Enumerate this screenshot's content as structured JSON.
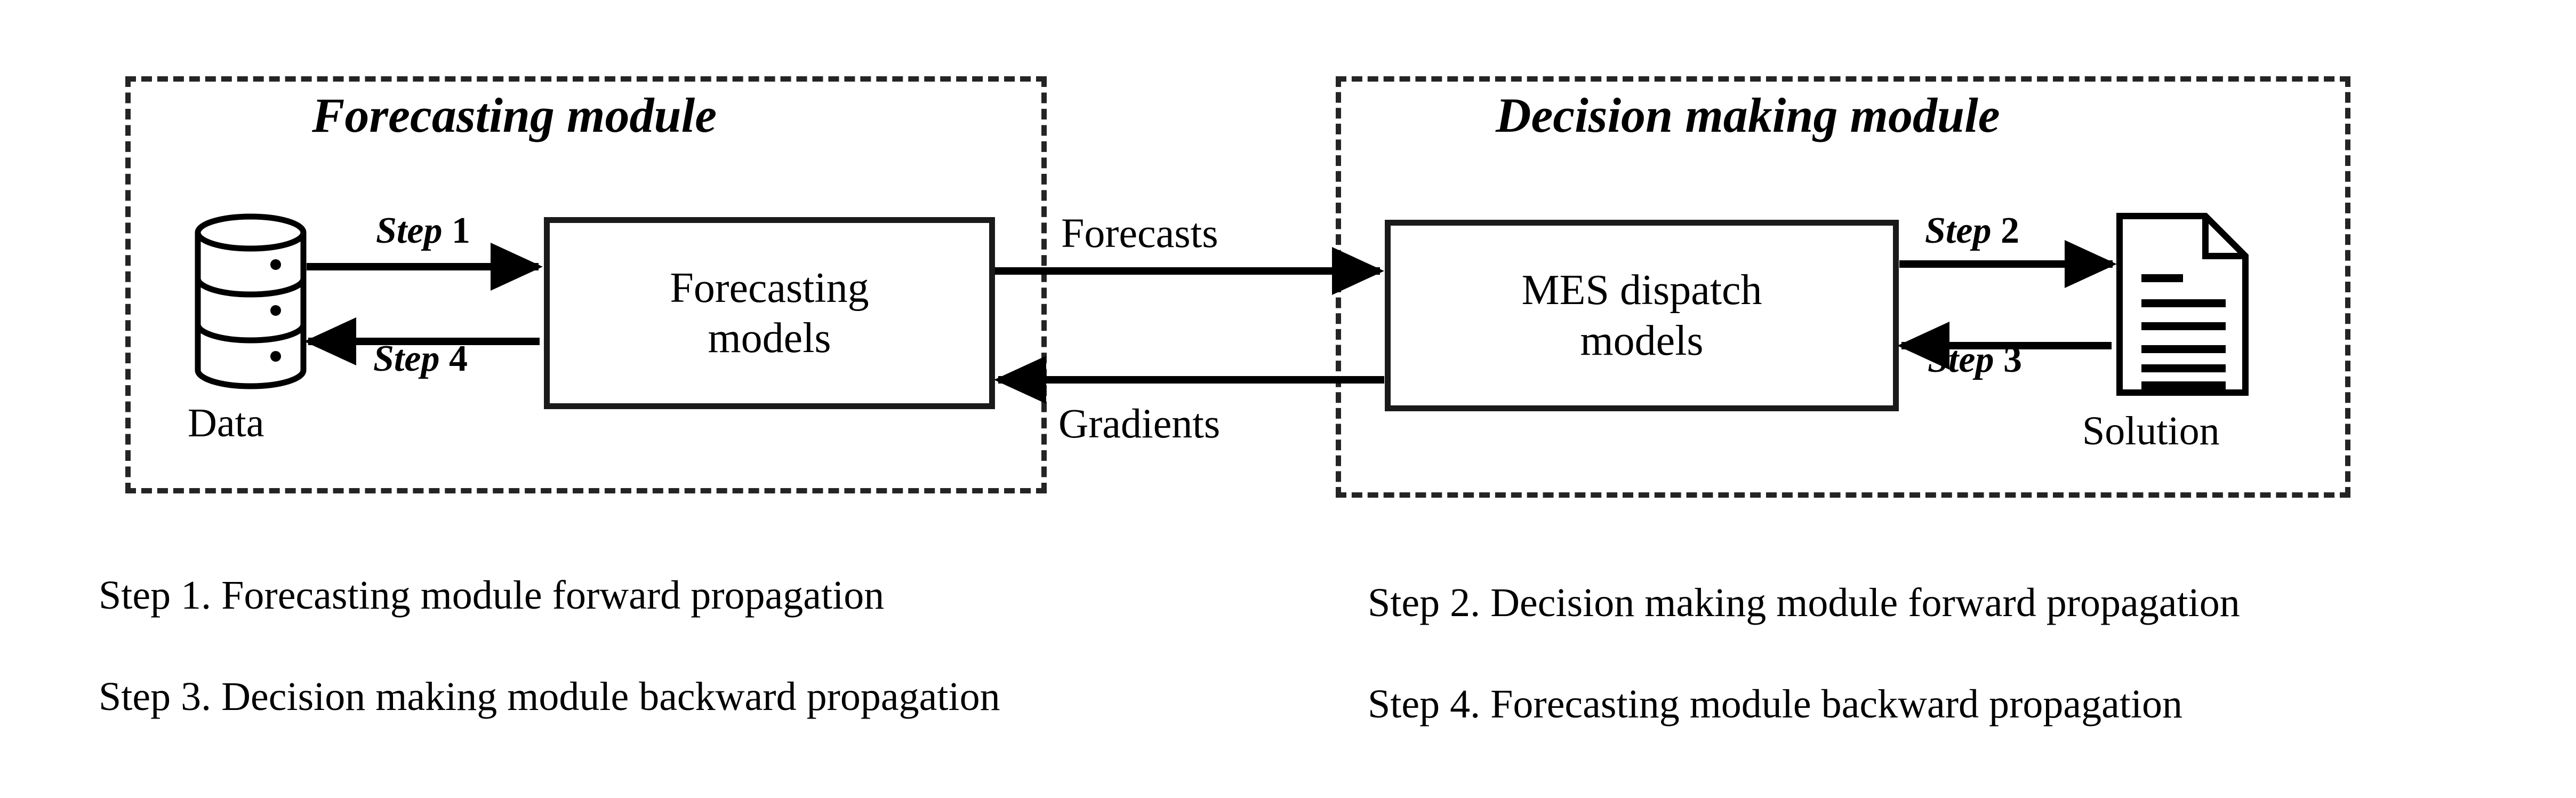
{
  "diagram": {
    "modules": [
      {
        "id": "forecasting",
        "title": "Forecasting module"
      },
      {
        "id": "decision",
        "title": "Decision making module"
      }
    ],
    "process_boxes": [
      {
        "id": "forecasting-models",
        "line1": "Forecasting",
        "line2": "models"
      },
      {
        "id": "mes-models",
        "line1": "MES dispatch",
        "line2": "models"
      }
    ],
    "icons": {
      "database": {
        "name": "database-icon",
        "label": "Data"
      },
      "document": {
        "name": "document-icon",
        "label": "Solution"
      }
    },
    "arrow_labels": {
      "step1": {
        "word": "Step",
        "num": "1"
      },
      "step2": {
        "word": "Step",
        "num": "2"
      },
      "step3": {
        "word": "Step",
        "num": "3"
      },
      "step4": {
        "word": "Step",
        "num": "4"
      }
    },
    "flow_labels": {
      "forecasts": "Forecasts",
      "gradients": "Gradients"
    },
    "captions": {
      "step1": "Step 1. Forecasting module forward propagation",
      "step2": "Step 2. Decision making module forward propagation",
      "step3": "Step 3. Decision making module backward propagation",
      "step4": "Step 4. Forecasting module backward propagation"
    },
    "colors": {
      "background": "#ffffff",
      "ink": "#000000",
      "dashed_border": "#242424",
      "solid_border": "#1a1a1a"
    }
  }
}
